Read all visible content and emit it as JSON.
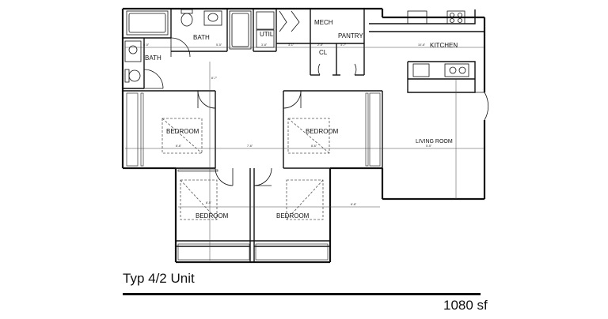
{
  "plan": {
    "rooms": {
      "bath_1": "BATH",
      "bath_2": "BATH",
      "util": "UTIL",
      "mech": "MECH",
      "pantry": "PANTRY",
      "closet": "CL",
      "kitchen": "KITCHEN",
      "living_room": "LIVING ROOM",
      "bedroom_1": "BEDROOM",
      "bedroom_2": "BEDROOM",
      "bedroom_3": "BEDROOM",
      "bedroom_4": "BEDROOM"
    },
    "dimensions": {
      "bath_top": "5'-5\"",
      "bath_right": "5'-5\"",
      "util_w": "3'-8\"",
      "mech_w": "3'-1\"",
      "cl_w": "2'-5\"",
      "pantry_w": "3'-7\"",
      "kitchen_w": "10'-6\"",
      "hall_v": "8'-7\"",
      "bed1_w": "8'-6\"",
      "bed2_w": "8'-6\"",
      "hall_w": "7'-6\"",
      "living_w": "5'-5\"",
      "bed3_h": "8'-5\"",
      "bed4_w": "6'-8\""
    }
  },
  "caption": {
    "title": "Typ 4/2 Unit",
    "area": "1080 sf"
  }
}
